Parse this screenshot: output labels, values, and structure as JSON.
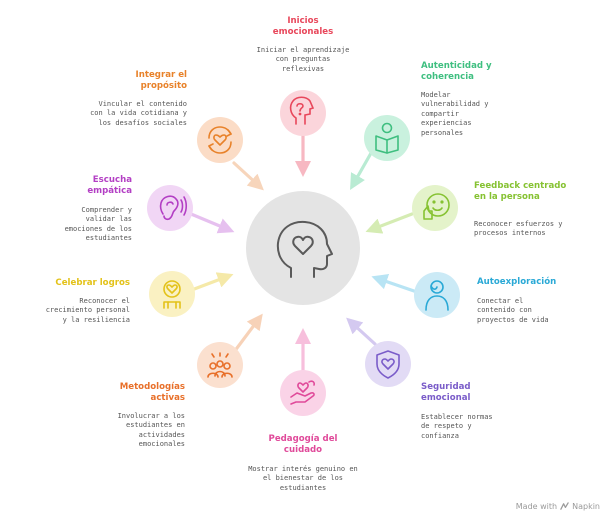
{
  "nodes": [
    {
      "id": "inicios",
      "title": "Inicios emocionales",
      "desc": "Iniciar el aprendizaje con preguntas reflexivas",
      "color": "#e8475b",
      "icon": "question-mark-head-icon"
    },
    {
      "id": "autenticidad",
      "title": "Autenticidad y coherencia",
      "desc": "Modelar vulnerabilidad y compartir experiencias personales",
      "color": "#3fbf80",
      "icon": "person-reading-icon"
    },
    {
      "id": "feedback",
      "title": "Feedback centrado en la persona",
      "desc": "Reconocer esfuerzos y procesos internos",
      "color": "#86c232",
      "icon": "thumbs-up-face-icon"
    },
    {
      "id": "autoexploracion",
      "title": "Autoexploración",
      "desc": "Conectar el contenido con proyectos de vida",
      "color": "#2aa9d6",
      "icon": "person-self-icon"
    },
    {
      "id": "seguridad",
      "title": "Seguridad emocional",
      "desc": "Establecer normas de respeto y confianza",
      "color": "#7a5cc9",
      "icon": "shield-heart-icon"
    },
    {
      "id": "pedagogia",
      "title": "Pedagogía del cuidado",
      "desc": "Mostrar interés genuino en el bienestar de los estudiantes",
      "color": "#e04a9a",
      "icon": "hand-heart-icon"
    },
    {
      "id": "metodologias",
      "title": "Metodologías activas",
      "desc": "Involucrar a los estudiantes en actividades emocionales",
      "color": "#e8702a",
      "icon": "group-celebration-icon"
    },
    {
      "id": "celebrar",
      "title": "Celebrar logros",
      "desc": "Reconocer el crecimiento personal y la resiliencia",
      "color": "#e3c219",
      "icon": "person-heart-icon"
    },
    {
      "id": "escucha",
      "title": "Escucha empática",
      "desc": "Comprender y validar las emociones de los estudiantes",
      "color": "#b33fc4",
      "icon": "ear-listening-icon"
    },
    {
      "id": "integrar",
      "title": "Integrar el propósito",
      "desc": "Vincular el contenido con la vida cotidiana y los desafíos sociales",
      "color": "#e8822a",
      "icon": "heart-cycle-icon"
    }
  ],
  "center_icon": "head-heart-icon",
  "footer": {
    "made_with": "Made with",
    "brand": "Napkin"
  }
}
